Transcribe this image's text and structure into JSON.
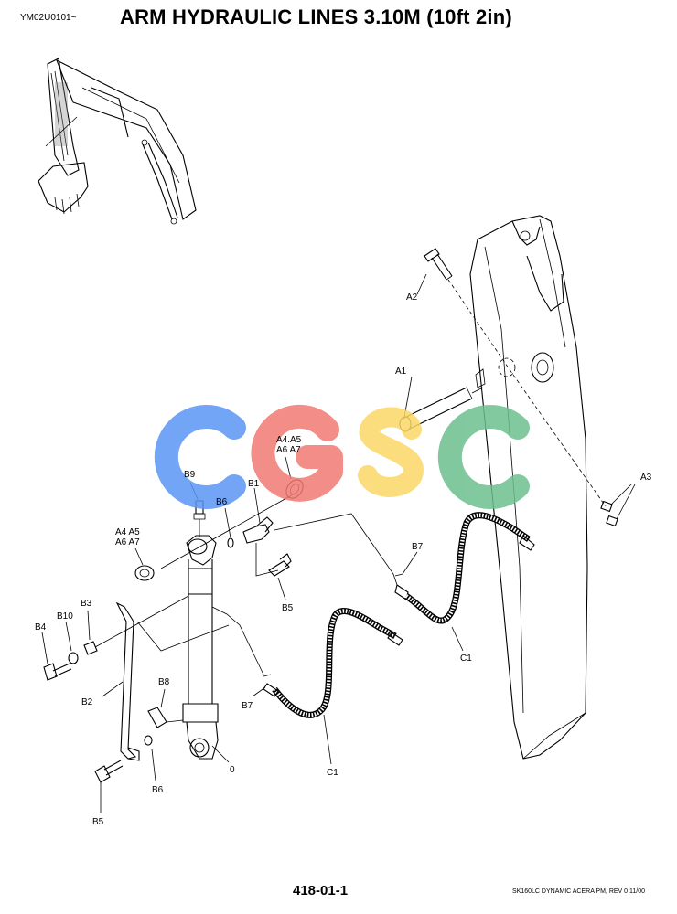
{
  "header": {
    "code": "YM02U0101~",
    "title": "ARM HYDRAULIC LINES 3.10M (10ft 2in)"
  },
  "watermark": {
    "letters": [
      "C",
      "G",
      "S",
      "C"
    ],
    "colors": [
      "#5b95f5",
      "#f07a73",
      "#fcd867",
      "#6cbf8e"
    ]
  },
  "labels": {
    "a2": "A2",
    "a1": "A1",
    "a3": "A3",
    "a4_top_1": "A4.A5",
    "a4_top_2": "A6 A7",
    "a4_left_1": "A4 A5",
    "a4_left_2": "A6 A7",
    "b9": "B9",
    "b6_top": "B6",
    "b1": "B1",
    "b7_top": "B7",
    "b5_mid": "B5",
    "c1_right": "C1",
    "b3": "B3",
    "b10": "B10",
    "b4": "B4",
    "b2": "B2",
    "b8": "B8",
    "b7_bottom": "B7",
    "c1_bottom": "C1",
    "b6_bottom": "B6",
    "zero": "0",
    "b5_bottom": "B5"
  },
  "footer": {
    "page": "418-01-1",
    "note": "SK160LC DYNAMIC ACERA PM, REV 0 11/00"
  }
}
